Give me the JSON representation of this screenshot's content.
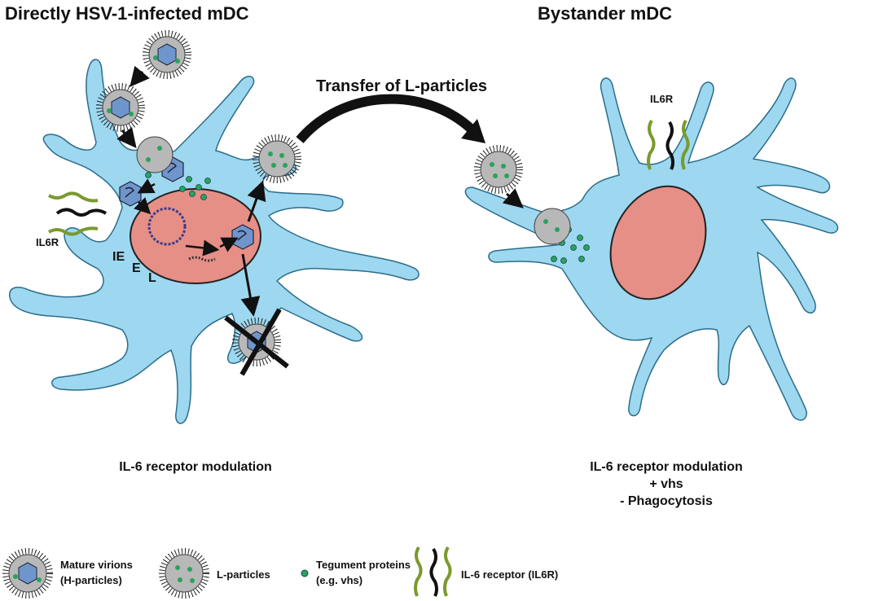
{
  "titles": {
    "left": "Directly HSV-1-infected mDC",
    "right": "Bystander mDC"
  },
  "arrow_label": "Transfer of L-particles",
  "left_cell": {
    "receptor_label": "IL6R",
    "gene_labels": [
      "IE",
      "E",
      "L"
    ],
    "caption": "IL-6 receptor modulation"
  },
  "right_cell": {
    "receptor_label": "IL6R",
    "caption_lines": [
      "IL-6 receptor modulation",
      "+ vhs",
      "- Phagocytosis"
    ]
  },
  "legend": [
    {
      "icon": "mature-virion-icon",
      "lines": [
        "Mature virions",
        "(H-particles)"
      ]
    },
    {
      "icon": "l-particle-icon",
      "lines": [
        "L-particles"
      ]
    },
    {
      "icon": "tegument-protein-icon",
      "lines": [
        "Tegument proteins",
        "(e.g. vhs)"
      ]
    },
    {
      "icon": "il6-receptor-icon",
      "lines": [
        "IL-6 receptor (IL6R)"
      ]
    }
  ],
  "colors": {
    "cell": "#9dd8f0",
    "nucleus": "#e58f86",
    "capsid": "#5b89c4",
    "tegument": "#2aa35a",
    "receptor": "#7a9a2e",
    "virion_shell": "#b8b8b8"
  }
}
